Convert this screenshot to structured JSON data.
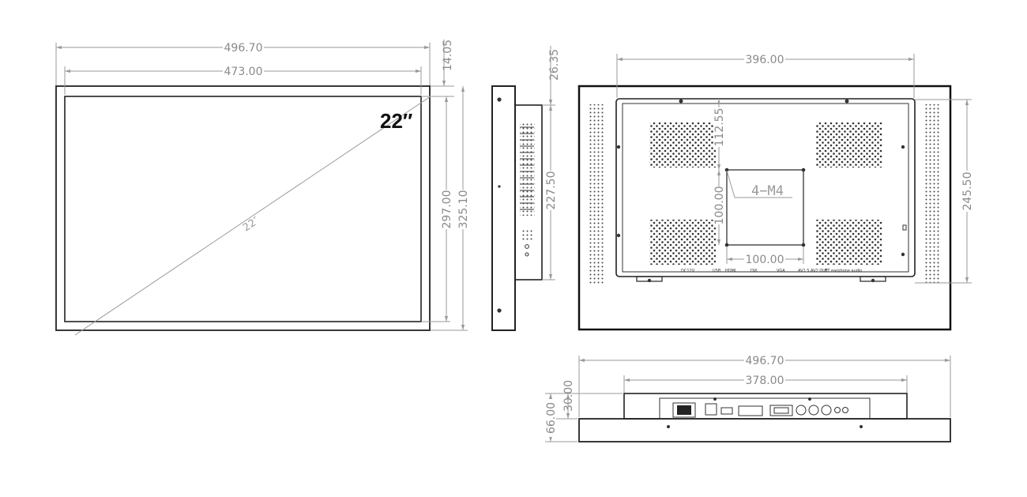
{
  "front_view": {
    "overall_width": "496.70",
    "active_width": "473.00",
    "bezel": "14.05",
    "active_height": "297.00",
    "overall_height": "325.10",
    "size_badge": "22″",
    "diagonal_label": "22″"
  },
  "side_view": {
    "depth": "26.35",
    "body_height": "227.50"
  },
  "rear_view": {
    "mount_spacing_width": "396.00",
    "vesa_offset": "112.55",
    "vesa_height": "100.00",
    "vesa_width": "100.00",
    "mount_height": "245.50",
    "screw_label": "4−M4",
    "io_label_1": "DC12V",
    "io_label_2": "USB",
    "io_label_3": "HDMI",
    "io_label_4": "DVI",
    "io_label_5": "VGA",
    "io_label_6": "AV1 S AV2 OUT",
    "io_label_7": "BT earphone audio"
  },
  "bottom_view": {
    "overall_width": "496.70",
    "housing_width": "378.00",
    "housing_depth": "30.00",
    "total_depth": "66.00"
  },
  "colors": {
    "line": "#111111",
    "dimension": "#9a9a9a"
  }
}
